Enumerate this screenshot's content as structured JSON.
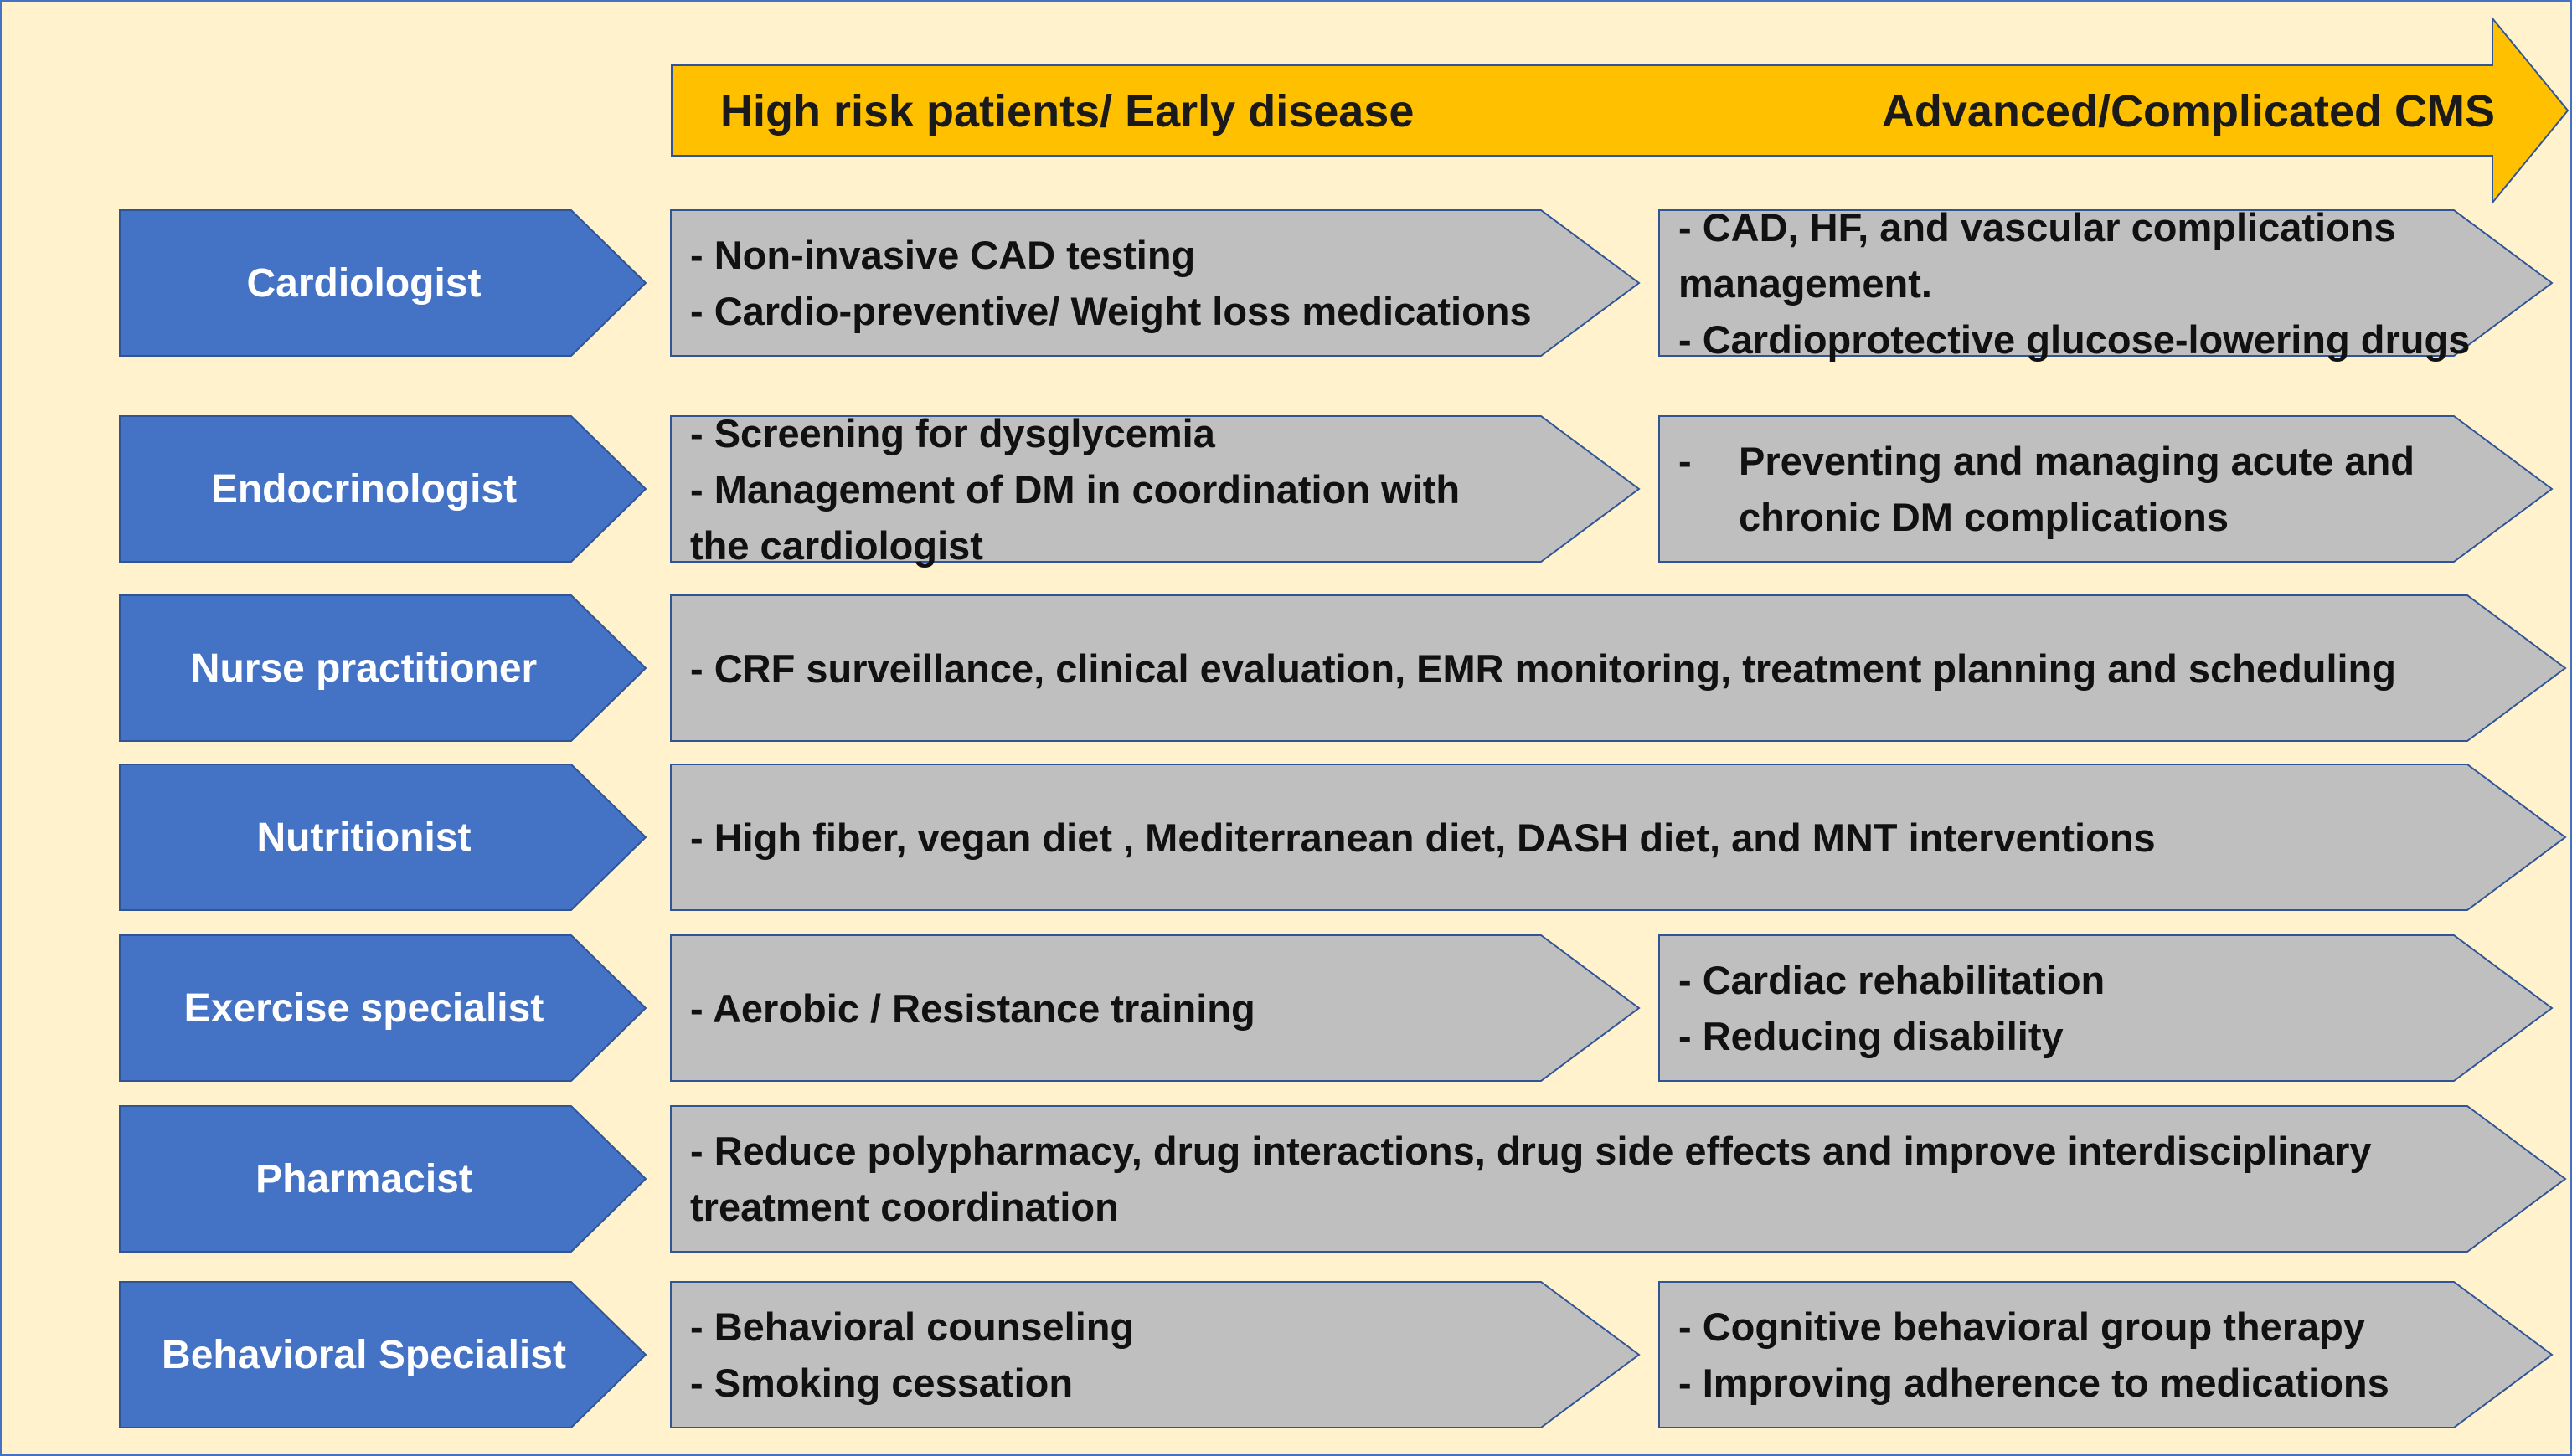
{
  "progression_arrow": {
    "left_label": "High risk patients/ Early disease",
    "right_label": "Advanced/Complicated CMS"
  },
  "colors": {
    "background": "#FFF2CC",
    "role_fill": "#4472C4",
    "content_fill": "#BFBFBF",
    "arrow_fill": "#FFC000",
    "outline": "#2F5597"
  },
  "rows": [
    {
      "role": "Cardiologist",
      "early": [
        "- Non-invasive CAD testing",
        "- Cardio-preventive/ Weight loss medications"
      ],
      "advanced": [
        "- CAD, HF, and vascular complications",
        "management.",
        "- Cardioprotective glucose-lowering drugs"
      ]
    },
    {
      "role": "Endocrinologist",
      "early": [
        "- Screening for dysglycemia",
        "- Management of DM in coordination with",
        "the cardiologist"
      ],
      "advanced_dash": "-",
      "advanced": [
        "Preventing and managing acute and",
        "chronic DM complications"
      ]
    },
    {
      "role": "Nurse practitioner",
      "full": [
        "- CRF surveillance, clinical evaluation, EMR monitoring, treatment planning and scheduling"
      ]
    },
    {
      "role": "Nutritionist",
      "full": [
        "- High fiber, vegan diet , Mediterranean diet, DASH diet, and MNT interventions"
      ]
    },
    {
      "role": "Exercise specialist",
      "early": [
        "- Aerobic / Resistance training"
      ],
      "advanced": [
        "- Cardiac rehabilitation",
        "- Reducing disability"
      ]
    },
    {
      "role": "Pharmacist",
      "full": [
        "- Reduce polypharmacy, drug interactions, drug side effects and improve interdisciplinary",
        "treatment coordination"
      ]
    },
    {
      "role": "Behavioral Specialist",
      "early": [
        "- Behavioral counseling",
        "- Smoking cessation"
      ],
      "advanced": [
        "- Cognitive behavioral group therapy",
        "- Improving adherence to medications"
      ]
    }
  ]
}
